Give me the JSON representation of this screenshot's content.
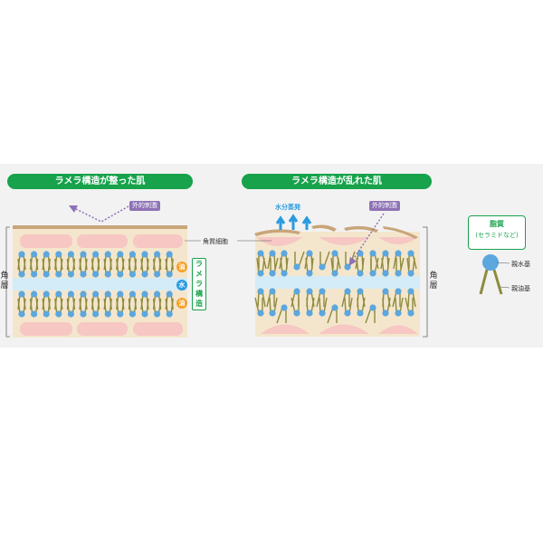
{
  "left_title": "ラメラ構造が整った肌",
  "right_title": "ラメラ構造が乱れた肌",
  "external_stimulus_left": "外的刺激",
  "external_stimulus_right": "外的刺激",
  "keratinocyte_label": "角質細胞",
  "stratum_corneum_left": "角層",
  "stratum_corneum_right": "角層",
  "lamellar_label": "ラメラ構造",
  "oil_label_1": "油",
  "water_label": "水",
  "oil_label_2": "油",
  "water_evaporation": "水分蒸発",
  "legend": {
    "title": "脂質",
    "subtitle": "(セラミドなど)",
    "hydrophilic": "親水基",
    "lipophilic": "親油基"
  },
  "colors": {
    "green": "#17a24b",
    "purple": "#8e72b6",
    "blue": "#2b9be0",
    "orange": "#f3a12a",
    "beige": "#f4e6cc",
    "pink": "#f6c7c3",
    "lipid_head": "#5ca7de",
    "lipid_tail": "#8c8b3f",
    "water_layer": "#d4ecf7"
  }
}
